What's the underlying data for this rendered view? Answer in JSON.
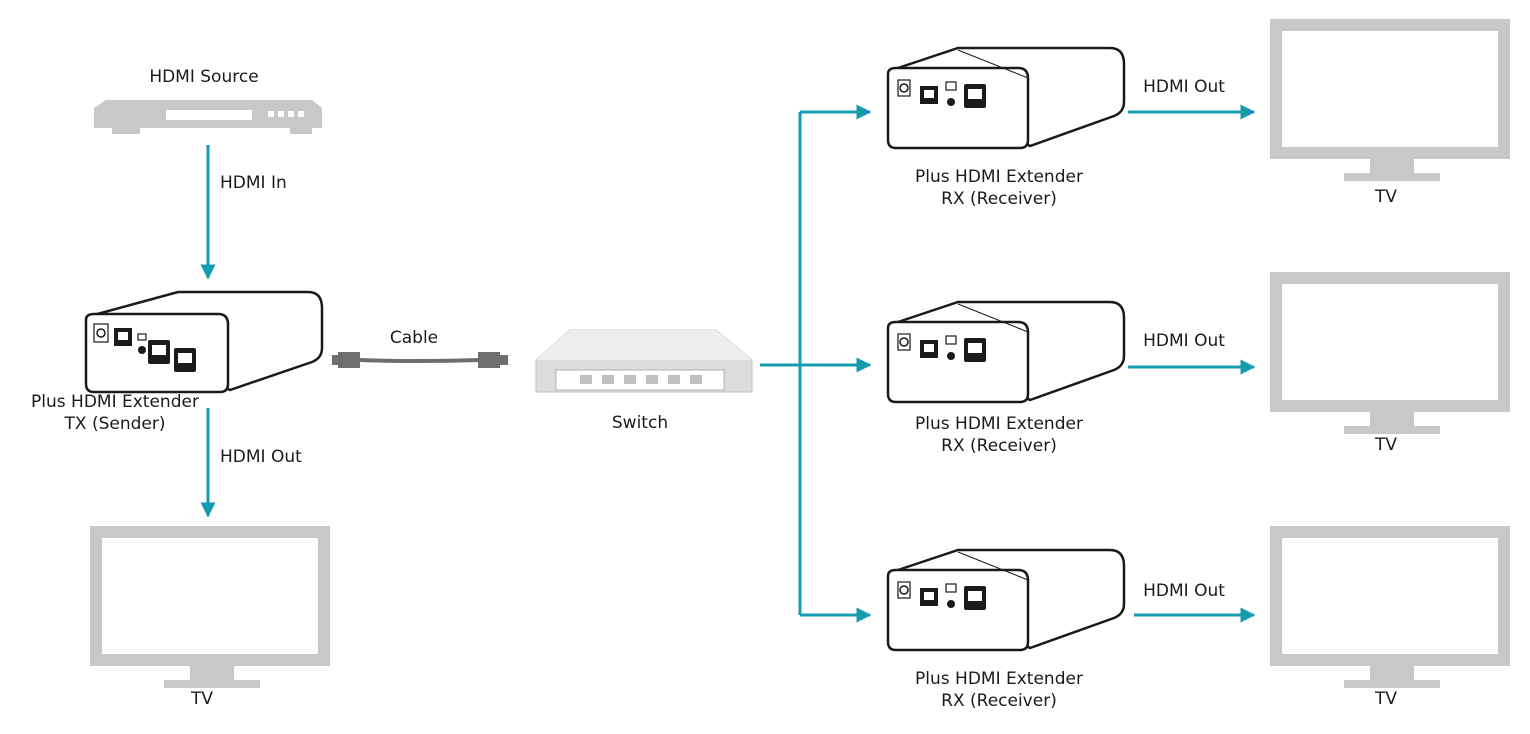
{
  "colors": {
    "arrow": "#139cb0",
    "device_outline": "#1a1a1a",
    "device_body": "#ffffff",
    "tv_gray": "#c8c8c8",
    "switch_gray": "#dcdcdc",
    "cable_gray": "#6e6e6e"
  },
  "icons": {
    "source": "set-top-box-icon",
    "extender": "hdmi-extender-icon",
    "switch": "network-switch-icon",
    "tv": "tv-monitor-icon",
    "cable": "ethernet-cable-icon"
  },
  "source": {
    "label": "HDMI Source"
  },
  "hdmi_in": {
    "label": "HDMI In"
  },
  "sender": {
    "line1": "Plus HDMI Extender",
    "line2": "TX (Sender)"
  },
  "sender_out": {
    "label": "HDMI Out"
  },
  "local_tv": {
    "label": "TV"
  },
  "cable": {
    "label": "Cable"
  },
  "switch": {
    "label": "Switch"
  },
  "receivers": [
    {
      "line1": "Plus HDMI Extender",
      "line2": "RX (Receiver)",
      "out_label": "HDMI Out",
      "tv_label": "TV"
    },
    {
      "line1": "Plus HDMI Extender",
      "line2": "RX (Receiver)",
      "out_label": "HDMI Out",
      "tv_label": "TV"
    },
    {
      "line1": "Plus HDMI Extender",
      "line2": "RX (Receiver)",
      "out_label": "HDMI Out",
      "tv_label": "TV"
    }
  ]
}
